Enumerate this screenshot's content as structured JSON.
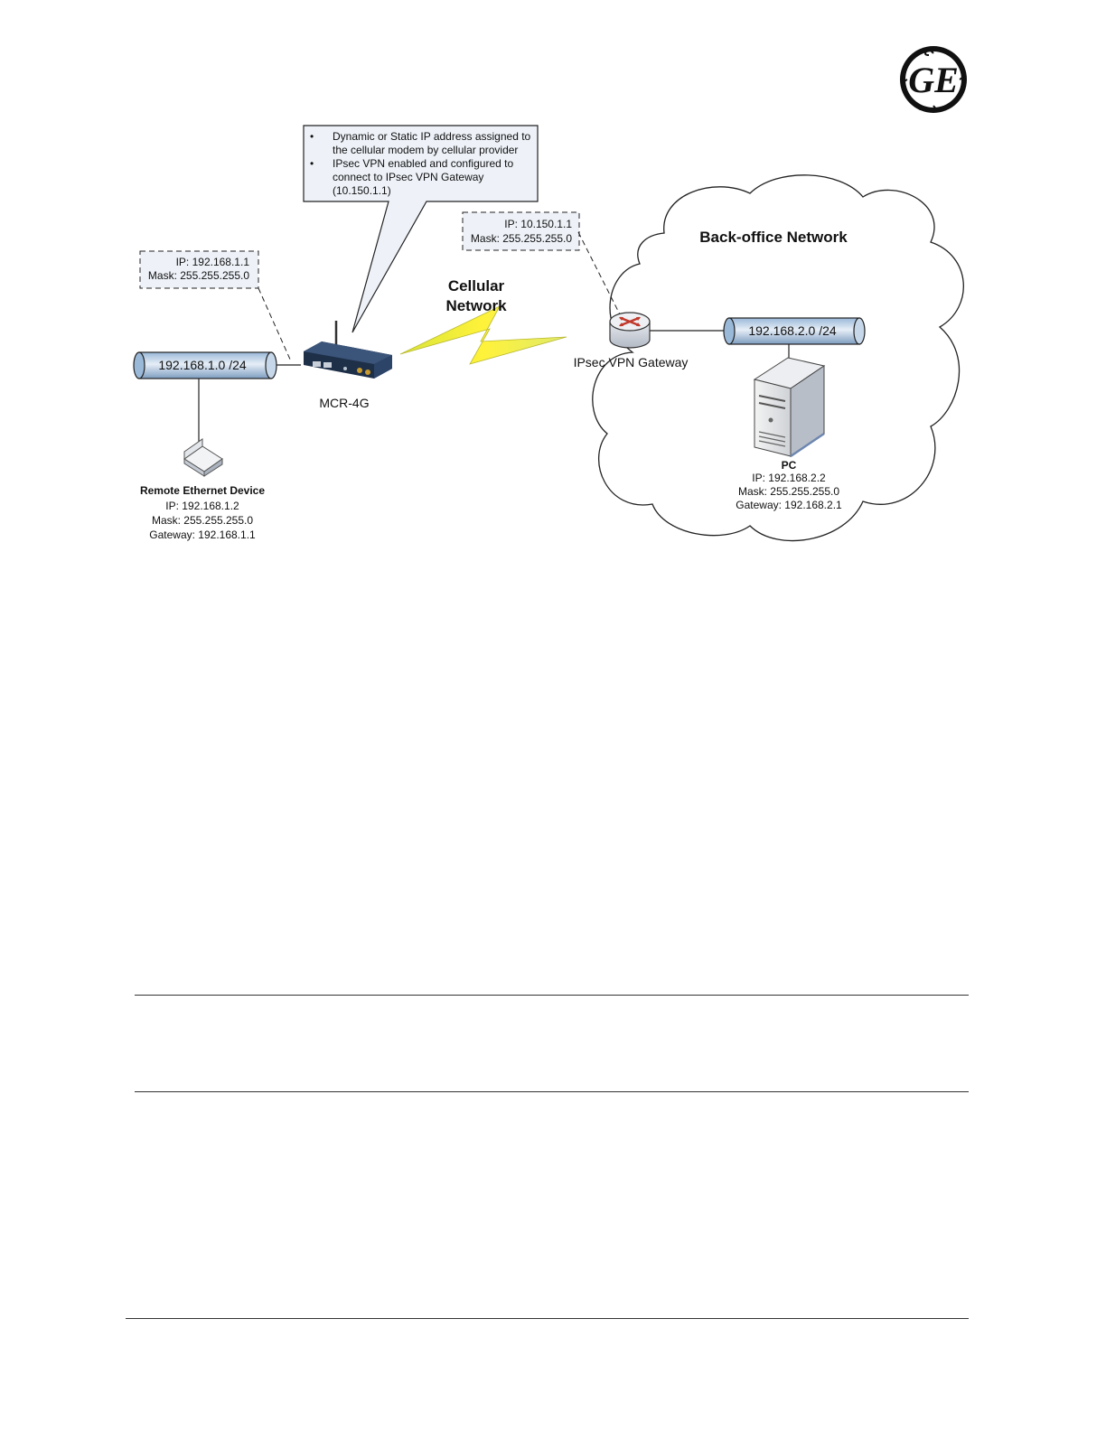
{
  "logo": {
    "text": "GE"
  },
  "callout": {
    "bullets": [
      "Dynamic or Static IP address assigned to",
      "the cellular modem by cellular provider",
      "IPsec VPN enabled and configured to",
      "connect to IPsec VPN Gateway",
      "(10.150.1.1)"
    ]
  },
  "mcr_label_box": {
    "ip": "IP: 192.168.1.1",
    "mask": "Mask: 255.255.255.0"
  },
  "gateway_label_box": {
    "ip": "IP: 10.150.1.1",
    "mask": "Mask: 255.255.255.0"
  },
  "cellular_network": {
    "line1": "Cellular",
    "line2": "Network"
  },
  "back_office": {
    "title": "Back-office Network"
  },
  "local_subnet": {
    "label": "192.168.1.0  /24"
  },
  "office_subnet": {
    "label": "192.168.2.0  /24"
  },
  "modem": {
    "label": "MCR-4G"
  },
  "vpn_gateway": {
    "label": "IPsec VPN Gateway"
  },
  "remote_device": {
    "title": "Remote Ethernet Device",
    "ip": "IP: 192.168.1.2",
    "mask": "Mask: 255.255.255.0",
    "gateway": "Gateway: 192.168.1.1"
  },
  "pc": {
    "title": "PC",
    "ip": "IP: 192.168.2.2",
    "mask": "Mask: 255.255.255.0",
    "gateway": "Gateway: 192.168.2.1"
  },
  "colors": {
    "pipe": "#b8cfe6",
    "pipe_dark": "#7898bb",
    "lightning": "#f5ee2a",
    "router_x": "#c0392b"
  }
}
